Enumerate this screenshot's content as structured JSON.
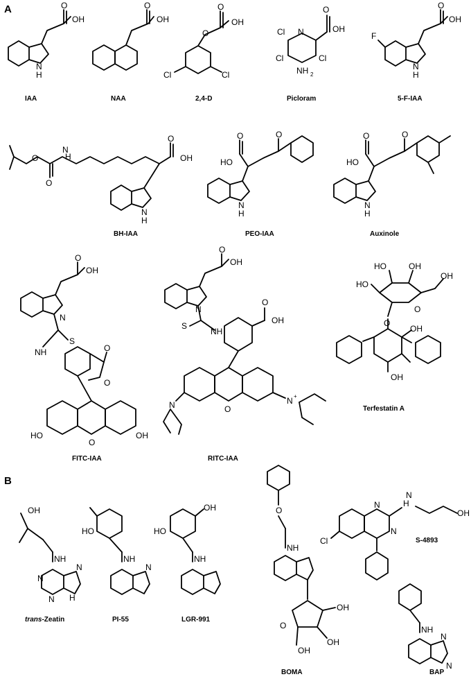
{
  "panels": {
    "a": "A",
    "b": "B"
  },
  "compounds": {
    "iaa": "IAA",
    "naa": "NAA",
    "d24": "2,4-D",
    "picloram": "Picloram",
    "fiaa": "5-F-IAA",
    "bhiaa": "BH-IAA",
    "peoiaa": "PEO-IAA",
    "auxinole": "Auxinole",
    "fitciaa": "FITC-IAA",
    "ritciaa": "RITC-IAA",
    "terfestatin": "Terfestatin A",
    "zeatin_prefix": "trans",
    "zeatin_suffix": "-Zeatin",
    "pi55": "PI-55",
    "lgr991": "LGR-991",
    "boma": "BOMA",
    "s4893": "S-4893",
    "bap": "BAP"
  },
  "atoms": {
    "oh": "OH",
    "ho": "HO",
    "o": "O",
    "h": "H",
    "n": "N",
    "nh": "NH",
    "cl": "Cl",
    "f": "F",
    "s": "S",
    "nh2": "NH",
    "sub2": "2",
    "plus": "+"
  }
}
